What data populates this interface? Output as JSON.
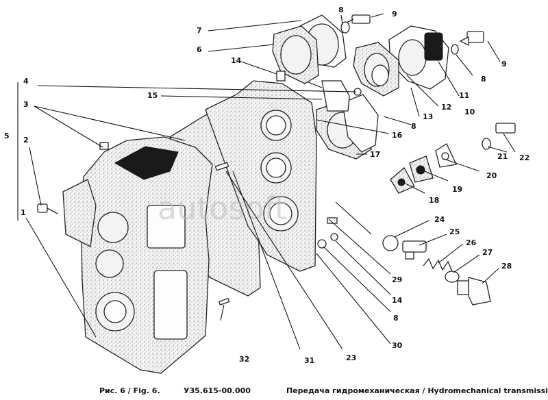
{
  "watermark": "autosoft",
  "caption": {
    "fig": "Рис. 6 / Fig. 6.",
    "code": "У35.615-00.000",
    "title": "Передача гидромеханическая / Hydromechanical transmission"
  },
  "callouts": [
    "1",
    "2",
    "3",
    "4",
    "5",
    "6",
    "7",
    "8",
    "8",
    "8",
    "8",
    "9",
    "9",
    "10",
    "11",
    "12",
    "13",
    "14",
    "14",
    "15",
    "16",
    "17",
    "18",
    "19",
    "20",
    "21",
    "22",
    "23",
    "24",
    "25",
    "26",
    "27",
    "28",
    "29",
    "30",
    "31",
    "32"
  ]
}
